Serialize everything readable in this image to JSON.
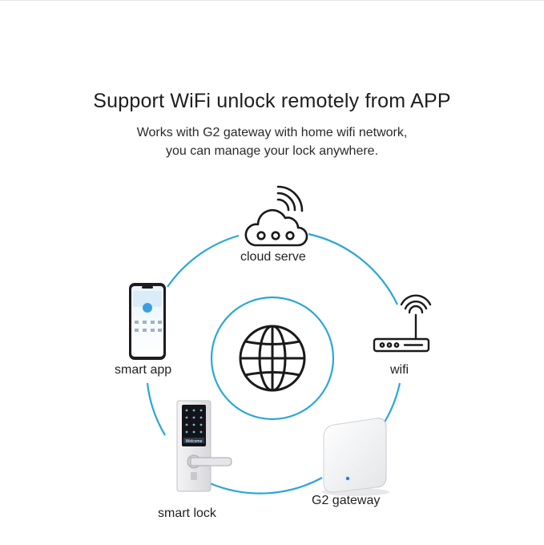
{
  "header": {
    "title": "Support WiFi unlock remotely from APP",
    "subtitle_line1": "Works with G2 gateway with home wifi network,",
    "subtitle_line2": "you can manage your lock anywhere."
  },
  "nodes": {
    "cloud": {
      "label": "cloud serve",
      "icon": "cloud-icon"
    },
    "wifi": {
      "label": "wifi",
      "icon": "router-icon"
    },
    "gateway": {
      "label": "G2 gateway",
      "icon": "gateway-device-icon"
    },
    "lock": {
      "label": "smart lock",
      "icon": "smart-lock-icon",
      "screen_text": "Welcome"
    },
    "app": {
      "label": "smart app",
      "icon": "smartphone-icon"
    },
    "center": {
      "icon": "globe-icon"
    }
  },
  "colors": {
    "ring": "#2aa6d8",
    "icon_stroke": "#1a1a1a",
    "gateway_led": "#2a7fe0"
  }
}
